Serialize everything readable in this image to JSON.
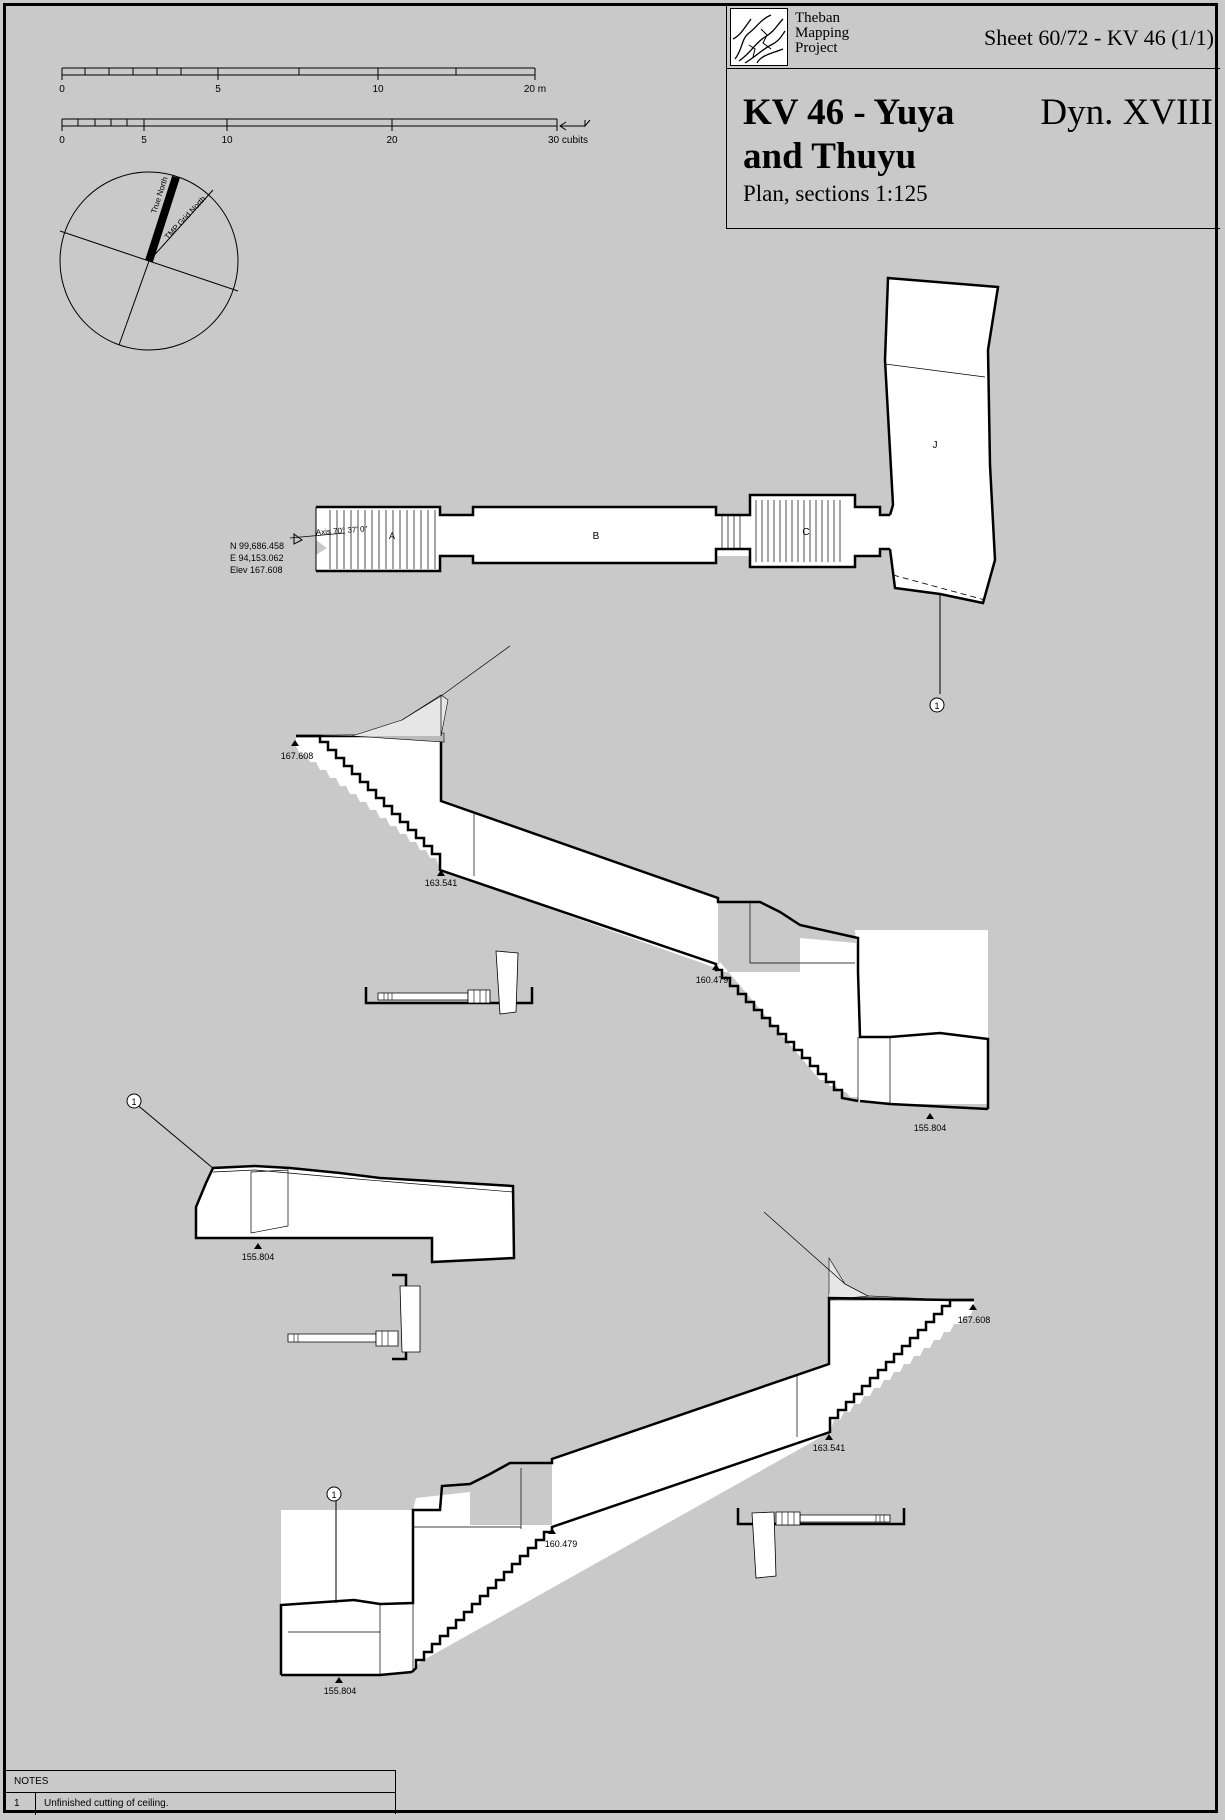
{
  "header": {
    "logo_lines": [
      "Theban",
      "Mapping",
      "Project"
    ],
    "sheet_id": "Sheet 60/72 - KV 46 (1/1)",
    "title_line1": "KV 46 - Yuya",
    "title_line2": "and Thuyu",
    "dynasty": "Dyn. XVIII",
    "subtitle": "Plan, sections 1:125"
  },
  "scale_bars": {
    "meters": {
      "ticks": [
        "0",
        "5",
        "10",
        "20 m"
      ]
    },
    "cubits": {
      "ticks": [
        "0",
        "5",
        "10",
        "20",
        "30 cubits"
      ]
    }
  },
  "compass": {
    "true_north": "True North",
    "grid_north": "TMP Grid North"
  },
  "plan": {
    "chambers": [
      "A",
      "B",
      "C",
      "J"
    ],
    "axis_label": "Axis 70° 37' 0\"",
    "coords": [
      "N  99,686.458",
      "E  94,153.062",
      "Elev  167.608"
    ],
    "note_ref": "1"
  },
  "section_1": {
    "elevations": [
      "167.608",
      "163.541",
      "160.479",
      "155.804"
    ]
  },
  "section_2": {
    "elevations": [
      "155.804"
    ],
    "note_ref": "1"
  },
  "section_3": {
    "elevations": [
      "167.608",
      "163.541",
      "160.479",
      "155.804"
    ],
    "note_ref": "1"
  },
  "notes": {
    "heading": "NOTES",
    "items": [
      {
        "num": "1",
        "text": "Unfinished cutting of ceiling."
      }
    ]
  }
}
